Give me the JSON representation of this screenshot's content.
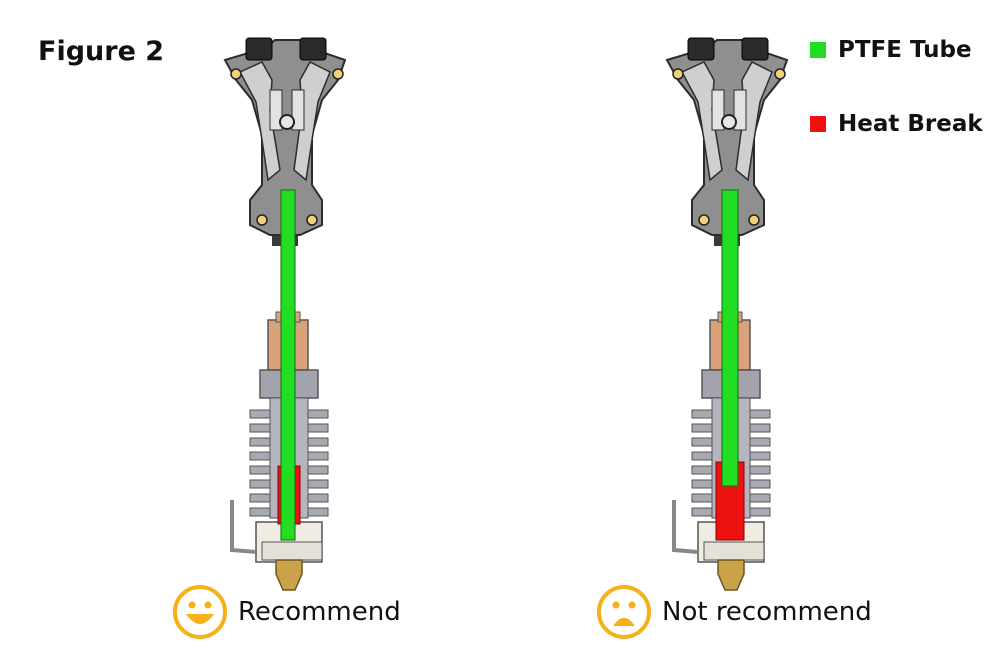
{
  "figure_title": "Figure 2",
  "legend": [
    {
      "label": "PTFE Tube",
      "color": "#22dd22"
    },
    {
      "label": "Heat Break",
      "color": "#ee1111"
    }
  ],
  "assemblies": [
    {
      "caption": "Recommend",
      "emoji": "smiling-face-icon",
      "emoji_color": "#f5b01a"
    },
    {
      "caption": "Not recommend",
      "emoji": "shocked-face-icon",
      "emoji_color": "#f5b01a"
    }
  ],
  "colors": {
    "housing": "#8a8a8a",
    "housing_dark": "#3a3a3a",
    "copper": "#d9a27a",
    "heatsink": "#a9a9b3",
    "block": "#f0ebe3",
    "brass": "#c9a24a"
  }
}
